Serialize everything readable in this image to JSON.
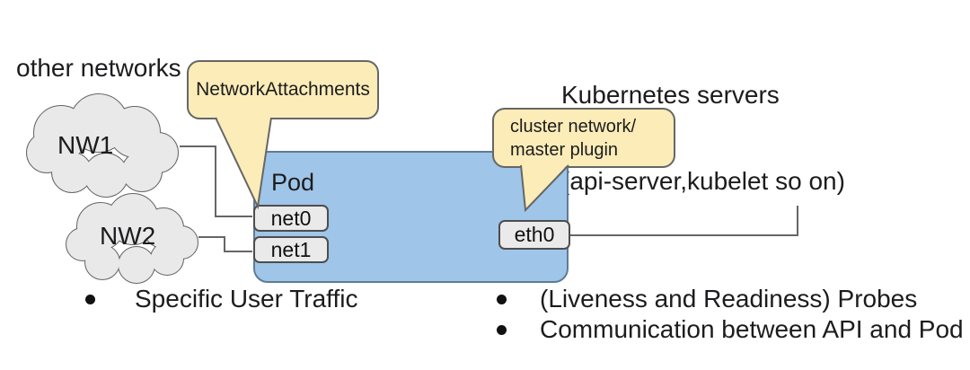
{
  "labels": {
    "other_networks": "other networks",
    "kubernetes_servers_line1": "Kubernetes servers",
    "kubernetes_servers_line2": "(api-server,kubelet so on)",
    "pod": "Pod",
    "nw1": "NW1",
    "nw2": "NW2"
  },
  "interfaces": {
    "net0": "net0",
    "net1": "net1",
    "eth0": "eth0"
  },
  "callouts": {
    "network_attachments": "NetworkAttachments",
    "cluster_network_line1": "cluster network/",
    "cluster_network_line2": "master plugin"
  },
  "bullets": {
    "left": [
      "Specific User Traffic"
    ],
    "right": [
      "(Liveness and Readiness) Probes",
      "Communication between API and Pod"
    ]
  },
  "colors": {
    "pod_fill": "#9fc5e8",
    "pod_border": "#5e7b97",
    "callout_fill": "#fbecb8",
    "interface_fill": "#eaeaea",
    "cloud_fill": "#e9e9ea",
    "line_stroke": "#666666",
    "text": "#1c1c1e",
    "background": "#ffffff"
  }
}
